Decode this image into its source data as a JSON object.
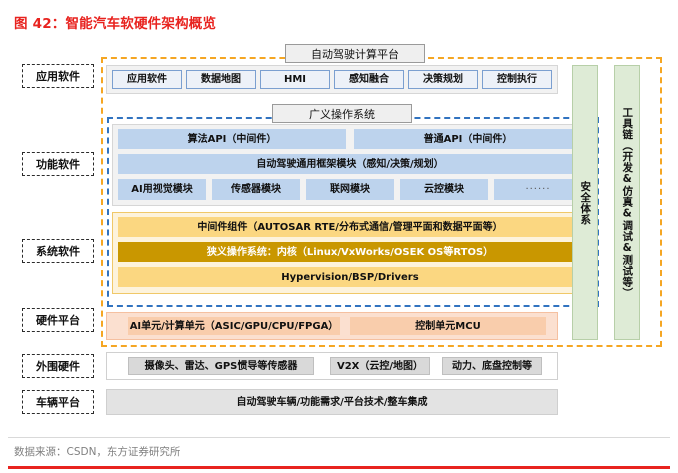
{
  "figure": {
    "title": "图 42：智能汽车软硬件架构概览",
    "source_note": "数据来源：CSDN，东方证券研究所",
    "accent_red": "#E8231F",
    "region_orange_color": "#F5A623",
    "region_blue_color": "#3173C0"
  },
  "stage_labels": [
    {
      "id": "application-software",
      "label": "应用软件"
    },
    {
      "id": "functional-software",
      "label": "功能软件"
    },
    {
      "id": "system-software",
      "label": "系统软件"
    },
    {
      "id": "hardware-platform",
      "label": "硬件平台"
    },
    {
      "id": "peripheral-hardware",
      "label": "外围硬件"
    },
    {
      "id": "vehicle-platform",
      "label": "车辆平台"
    }
  ],
  "caption_tabs": {
    "compute_platform": "自动驾驶计算平台",
    "general_os": "广义操作系统"
  },
  "application_layer": {
    "items": [
      "应用软件",
      "数据地图",
      "HMI",
      "感知融合",
      "决策规划",
      "控制执行"
    ]
  },
  "functional_layer": {
    "api_row": [
      "算法API（中间件）",
      "普通API（中间件）"
    ],
    "framework_row": "自动驾驶通用框架模块（感知/决策/规划）",
    "module_row": [
      "AI用视觉模块",
      "传感器模块",
      "联网模块",
      "云控模块",
      "······"
    ]
  },
  "system_layer": {
    "rows": [
      "中间件组件（AUTOSAR RTE/分布式通信/管理平面和数据平面等）",
      "狭义操作系统：内核（Linux/VxWorks/OSEK OS等RTOS）",
      "Hypervision/BSP/Drivers"
    ]
  },
  "hardware_layer": {
    "items": [
      "AI单元/计算单元（ASIC/GPU/CPU/FPGA）",
      "控制单元MCU"
    ]
  },
  "peripheral_layer": {
    "items": [
      "摄像头、雷达、GPS惯导等传感器",
      "V2X（云控/地图）",
      "动力、底盘控制等"
    ]
  },
  "vehicle_layer": {
    "item": "自动驾驶车辆/功能需求/平台技术/整车集成"
  },
  "vertical_columns": [
    {
      "id": "safety-system",
      "label": "安全体系"
    },
    {
      "id": "tool-chain",
      "label": "工具链（开发&仿真&调试&测试等）"
    }
  ]
}
